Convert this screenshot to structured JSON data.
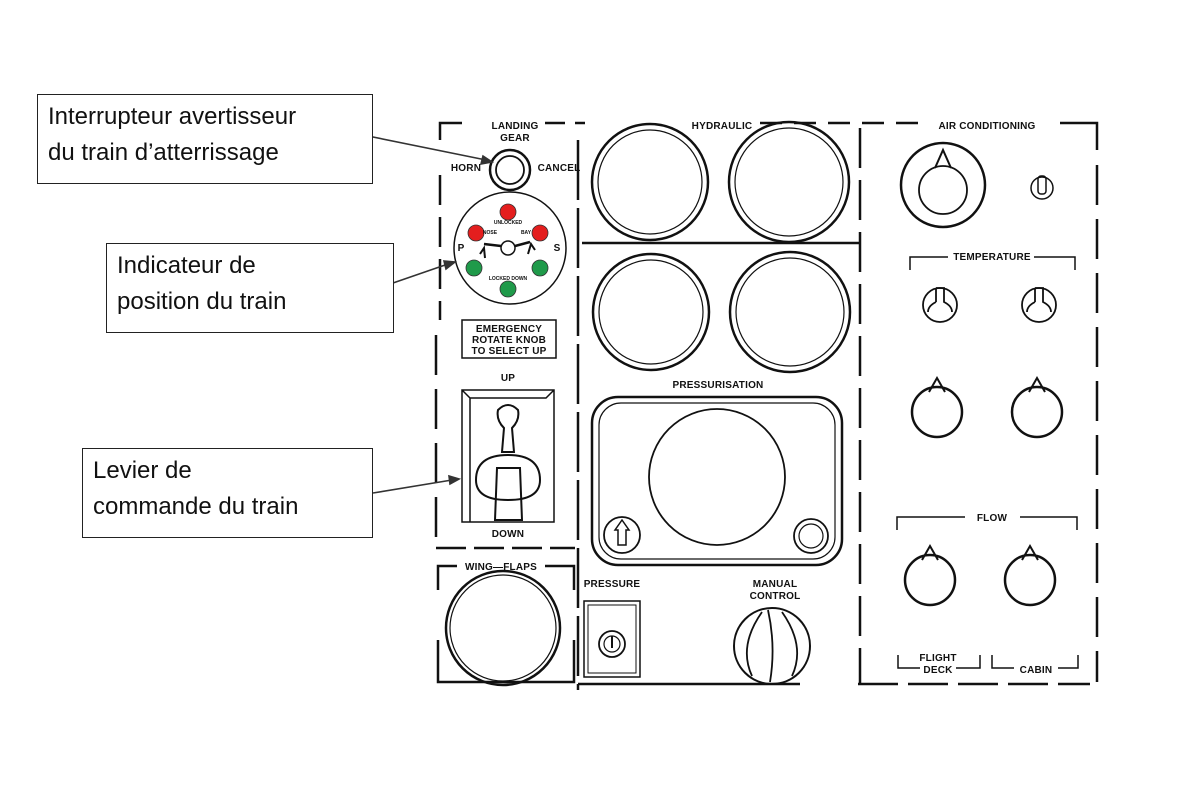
{
  "callouts": {
    "horn_switch": [
      "Interrupteur avertisseur",
      "du train d’atterrissage"
    ],
    "gear_indicator": [
      "Indicateur de",
      "position du train"
    ],
    "gear_lever": [
      "Levier de",
      "commande du train"
    ]
  },
  "panel": {
    "landing_gear": [
      "LANDING",
      "GEAR"
    ],
    "horn": "HORN",
    "cancel": "CANCEL",
    "indicator": {
      "top": "UNLOCKED",
      "left_small": "NOSE",
      "right_small": "BAY",
      "bottom": "LOCKED DOWN",
      "port": "P",
      "starboard": "S"
    },
    "emergency": [
      "EMERGENCY",
      "ROTATE KNOB",
      "TO SELECT UP"
    ],
    "up": "UP",
    "down": "DOWN",
    "wing_flaps": "WING—FLAPS",
    "hydraulic": "HYDRAULIC",
    "pressurisation": "PRESSURISATION",
    "pressure": "PRESSURE",
    "manual_control": [
      "MANUAL",
      "CONTROL"
    ],
    "air_conditioning": "AIR CONDITIONING",
    "temperature": "TEMPERATURE",
    "flow": "FLOW",
    "flight_deck": [
      "FLIGHT",
      "DECK"
    ],
    "cabin": "CABIN"
  },
  "colors": {
    "warning_light": "#e41e1e",
    "safe_light": "#1f9a4a"
  }
}
